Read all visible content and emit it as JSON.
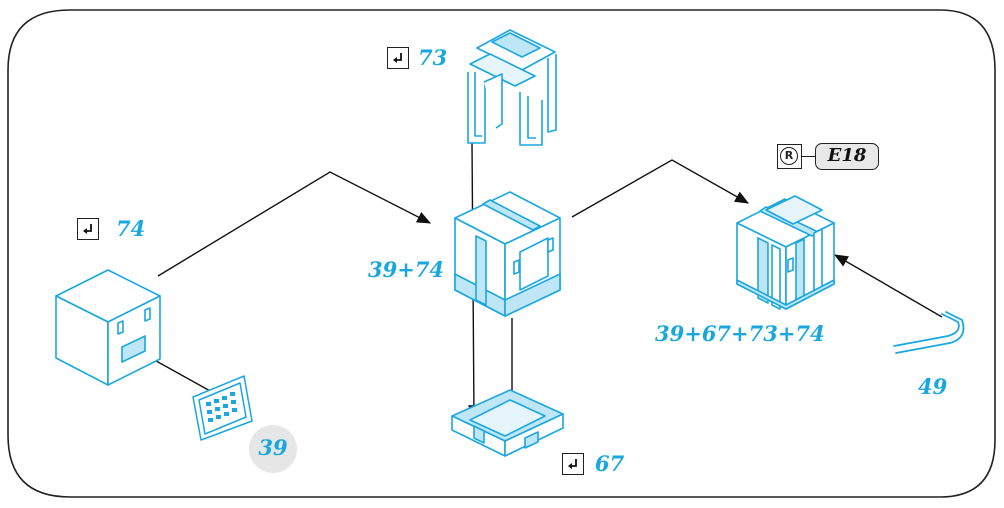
{
  "labels": {
    "step_74": "74",
    "step_73": "73",
    "step_67": "67",
    "combo_39_74": "39+74",
    "combo_all": "39+67+73+74",
    "part_49": "49",
    "part_39": "39",
    "ref_code": "E18"
  },
  "icons": {
    "checkbox": "check-arrow-icon",
    "registered": "registered-icon"
  },
  "colors": {
    "accent": "#1aa7e0",
    "line": "#222222",
    "badge": "#e6e6e6"
  }
}
